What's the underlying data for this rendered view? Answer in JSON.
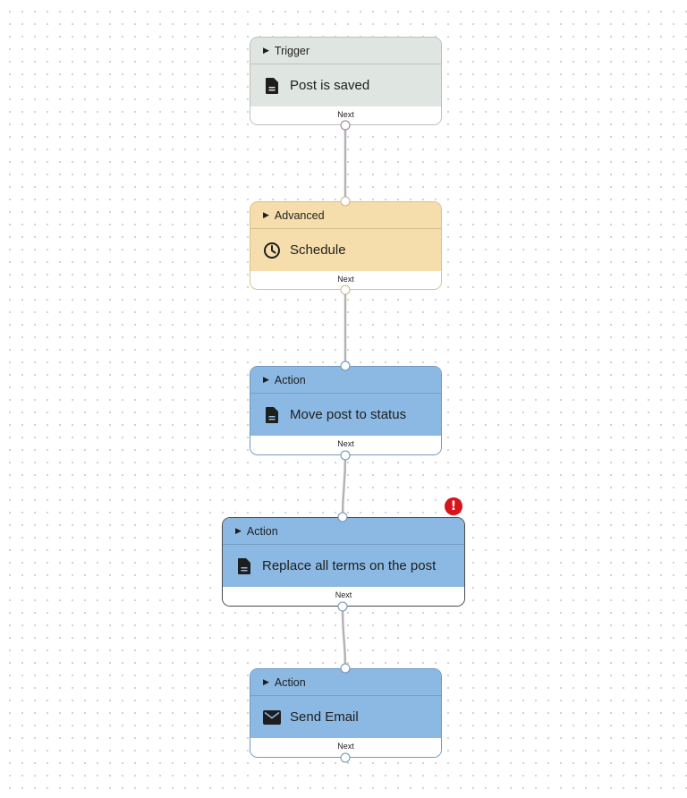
{
  "nodes": [
    {
      "category": "Trigger",
      "title": "Post is saved",
      "icon": "document-icon",
      "footer": "Next"
    },
    {
      "category": "Advanced",
      "title": "Schedule",
      "icon": "clock-icon",
      "footer": "Next"
    },
    {
      "category": "Action",
      "title": "Move post to status",
      "icon": "document-icon",
      "footer": "Next"
    },
    {
      "category": "Action",
      "title": "Replace all terms on the post",
      "icon": "document-icon",
      "footer": "Next",
      "has_error": true
    },
    {
      "category": "Action",
      "title": "Send Email",
      "icon": "envelope-icon",
      "footer": "Next"
    }
  ],
  "colors": {
    "trigger": "#dfe5e0",
    "advanced": "#f6deac",
    "action": "#8cb9e3",
    "edge": "#b2b2b8",
    "error": "#d6141c"
  },
  "error_badge": {
    "icon": "exclamation-icon",
    "glyph": "!"
  }
}
